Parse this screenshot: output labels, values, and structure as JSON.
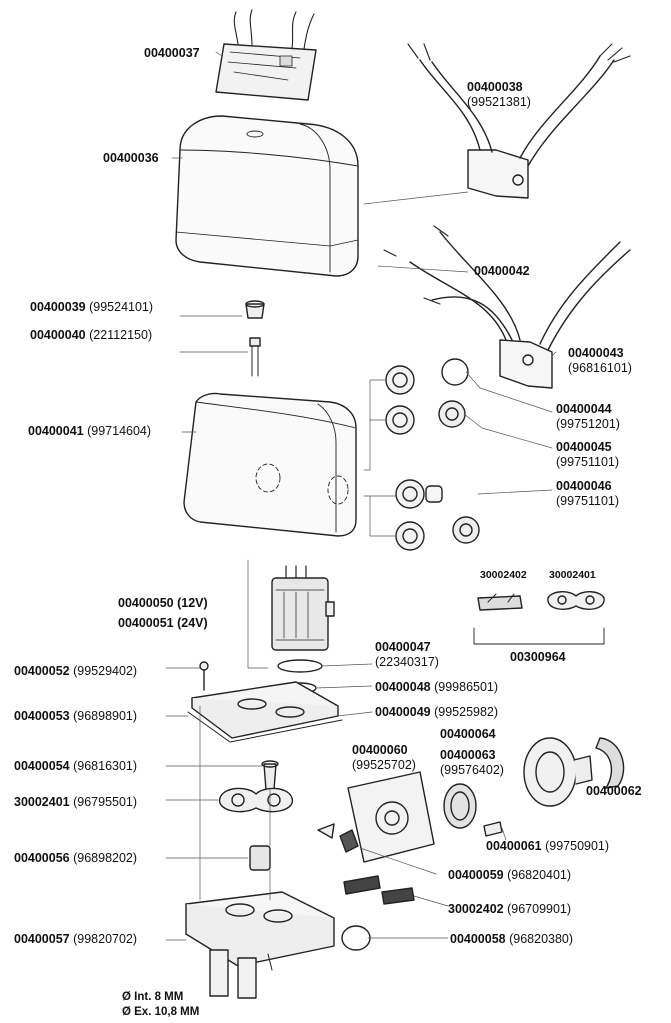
{
  "parts": {
    "p00400037": {
      "code": "00400037"
    },
    "p00400036": {
      "code": "00400036"
    },
    "p00400038": {
      "code": "00400038",
      "ref": "(99521381)"
    },
    "p00400042": {
      "code": "00400042"
    },
    "p00400039": {
      "code": "00400039",
      "ref": "(99524101)"
    },
    "p00400040": {
      "code": "00400040",
      "ref": "(22112150)"
    },
    "p00400043": {
      "code": "00400043",
      "ref": "(96816101)"
    },
    "p00400041": {
      "code": "00400041",
      "ref": "(99714604)"
    },
    "p00400044": {
      "code": "00400044",
      "ref": "(99751201)"
    },
    "p00400045": {
      "code": "00400045",
      "ref": "(99751101)"
    },
    "p00400046": {
      "code": "00400046",
      "ref": "(99751101)"
    },
    "p30002402_top": {
      "code": "30002402"
    },
    "p30002401_top": {
      "code": "30002401"
    },
    "p00400050": {
      "code": "00400050 (12V)"
    },
    "p00400051": {
      "code": "00400051 (24V)"
    },
    "p00300964": {
      "code": "00300964"
    },
    "p00400047": {
      "code": "00400047",
      "ref": "(22340317)"
    },
    "p00400052": {
      "code": "00400052",
      "ref": "(99529402)"
    },
    "p00400048": {
      "code": "00400048",
      "ref": "(99986501)"
    },
    "p00400053": {
      "code": "00400053",
      "ref": "(96898901)"
    },
    "p00400049": {
      "code": "00400049",
      "ref": "(99525982)"
    },
    "p00400064": {
      "code": "00400064"
    },
    "p00400060": {
      "code": "00400060",
      "ref": "(99525702)"
    },
    "p00400063": {
      "code": "00400063",
      "ref": "(99576402)"
    },
    "p00400054": {
      "code": "00400054",
      "ref": "(96816301)"
    },
    "p00400062": {
      "code": "00400062"
    },
    "p30002401": {
      "code": "30002401",
      "ref": "(96795501)"
    },
    "p00400061": {
      "code": "00400061",
      "ref": "(99750901)"
    },
    "p00400056": {
      "code": "00400056",
      "ref": "(96898202)"
    },
    "p00400059": {
      "code": "00400059",
      "ref": "(96820401)"
    },
    "p30002402": {
      "code": "30002402",
      "ref": "(96709901)"
    },
    "p00400057": {
      "code": "00400057",
      "ref": "(99820702)"
    },
    "p00400058": {
      "code": "00400058",
      "ref": "(96820380)"
    }
  },
  "dimensions": {
    "internal": "Ø Int. 8 MM",
    "external": "Ø Ex. 10,8 MM"
  }
}
